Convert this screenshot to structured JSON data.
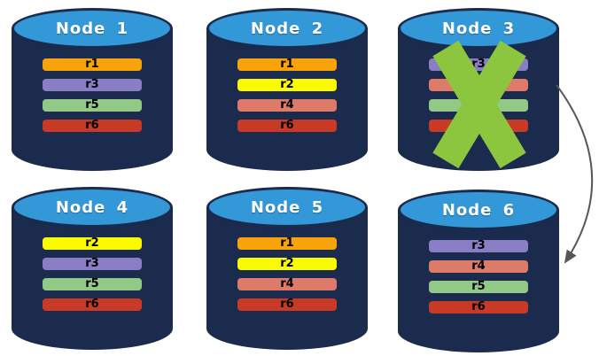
{
  "diagram": {
    "background": "#FFFFFF",
    "colors": {
      "cylinder_body": "#1B2B4D",
      "cylinder_top": "#3398D7",
      "node_title_text": "#FFFFFF",
      "replica_label_text": "#000000",
      "failure_x": "#8CC63E",
      "arrow": "#575757"
    },
    "replica_colors": {
      "r1": "#F8A30A",
      "r2": "#FBFB00",
      "r3": "#8A7CC5",
      "r4": "#DE7A69",
      "r5": "#92C987",
      "r6": "#C93A26"
    },
    "nodes": [
      {
        "title": "Node 1",
        "replicas": [
          "r1",
          "r3",
          "r5",
          "r6"
        ],
        "failed": false
      },
      {
        "title": "Node 2",
        "replicas": [
          "r1",
          "r2",
          "r4",
          "r6"
        ],
        "failed": false
      },
      {
        "title": "Node 3",
        "replicas": [
          "r3",
          "r4",
          "r5",
          "r6"
        ],
        "failed": true
      },
      {
        "title": "Node 4",
        "replicas": [
          "r2",
          "r3",
          "r5",
          "r6"
        ],
        "failed": false
      },
      {
        "title": "Node 5",
        "replicas": [
          "r1",
          "r2",
          "r4",
          "r6"
        ],
        "failed": false
      },
      {
        "title": "Node 6",
        "replicas": [
          "r3",
          "r4",
          "r5",
          "r6"
        ],
        "failed": false
      }
    ],
    "failover_arrow": {
      "from": "Node 3",
      "to": "Node 6"
    }
  }
}
